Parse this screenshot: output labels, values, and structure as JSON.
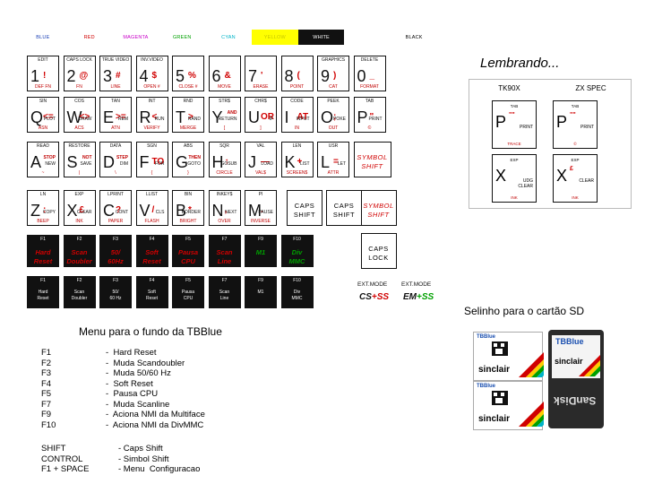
{
  "colour_strip": [
    {
      "label": "BLUE",
      "bg": "#ffffff",
      "fg": "#1a3fb5"
    },
    {
      "label": "RED",
      "bg": "#ffffff",
      "fg": "#d00000"
    },
    {
      "label": "MAGENTA",
      "bg": "#ffffff",
      "fg": "#c800c8"
    },
    {
      "label": "GREEN",
      "bg": "#ffffff",
      "fg": "#00a000"
    },
    {
      "label": "CYAN",
      "bg": "#ffffff",
      "fg": "#00b4c8"
    },
    {
      "label": "YELLOW",
      "bg": "#ffff00",
      "fg": "#c8c800"
    },
    {
      "label": "WHITE",
      "bg": "#111111",
      "fg": "#ffffff"
    },
    {
      "label": "",
      "bg": "#ffffff",
      "fg": "#000000"
    },
    {
      "label": "BLACK",
      "bg": "#ffffff",
      "fg": "#000000"
    }
  ],
  "keyboard": {
    "row1": [
      {
        "top": "EDIT",
        "main": "1",
        "sym": "!",
        "kw": "",
        "bot": "DEF FN"
      },
      {
        "top": "CAPS LOCK",
        "main": "2",
        "sym": "@",
        "kw": "",
        "bot": "FN"
      },
      {
        "top": "TRUE VIDEO",
        "main": "3",
        "sym": "#",
        "kw": "",
        "bot": "LINE"
      },
      {
        "top": "INV.VIDEO",
        "main": "4",
        "sym": "$",
        "kw": "",
        "bot": "OPEN #"
      },
      {
        "top": "",
        "main": "5",
        "sym": "%",
        "kw": "",
        "bot": "CLOSE #"
      },
      {
        "top": "",
        "main": "6",
        "sym": "&",
        "kw": "",
        "bot": "MOVE"
      },
      {
        "top": "",
        "main": "7",
        "sym": "'",
        "kw": "",
        "bot": "ERASE"
      },
      {
        "top": "",
        "main": "8",
        "sym": "(",
        "kw": "",
        "bot": "POINT"
      },
      {
        "top": "GRAPHICS",
        "main": "9",
        "sym": ")",
        "kw": "",
        "bot": "CAT"
      },
      {
        "top": "DELETE",
        "main": "0",
        "sym": "_",
        "kw": "",
        "bot": "FORMAT"
      }
    ],
    "row2": [
      {
        "top": "SIN",
        "main": "Q",
        "sym": "<=",
        "kw": "PLOT",
        "bot": "ASN"
      },
      {
        "top": "COS",
        "main": "W",
        "sym": "<>",
        "kw": "DRAW",
        "bot": "ACS"
      },
      {
        "top": "TAN",
        "main": "E",
        "sym": ">=",
        "kw": "REM",
        "bot": "ATN"
      },
      {
        "top": "INT",
        "main": "R",
        "sym": "<",
        "kw": "RUN",
        "bot": "VERIFY"
      },
      {
        "top": "RND",
        "main": "T",
        "sym": ">",
        "kw": "RAND",
        "bot": "MERGE"
      },
      {
        "top": "STR$",
        "main": "Y",
        "sym": "AND",
        "kw": "RETURN",
        "bot": "["
      },
      {
        "top": "CHR$",
        "main": "U",
        "sym": "OR",
        "kw": "IF",
        "bot": "]"
      },
      {
        "top": "CODE",
        "main": "I",
        "sym": "AT",
        "kw": "INPUT",
        "bot": "IN"
      },
      {
        "top": "PEEK",
        "main": "O",
        "sym": ";",
        "kw": "POKE",
        "bot": "OUT"
      },
      {
        "top": "TAB",
        "main": "P",
        "sym": "\"",
        "kw": "PRINT",
        "bot": "©"
      }
    ],
    "row3": [
      {
        "top": "READ",
        "main": "A",
        "sym": "STOP",
        "kw": "NEW",
        "bot": "~"
      },
      {
        "top": "RESTORE",
        "main": "S",
        "sym": "NOT",
        "kw": "SAVE",
        "bot": "|"
      },
      {
        "top": "DATA",
        "main": "D",
        "sym": "STEP",
        "kw": "DIM",
        "bot": "\\"
      },
      {
        "top": "SGN",
        "main": "F",
        "sym": "TO",
        "kw": "FOR",
        "bot": "{"
      },
      {
        "top": "ABS",
        "main": "G",
        "sym": "THEN",
        "kw": "GOTO",
        "bot": "}"
      },
      {
        "top": "SQR",
        "main": "H",
        "sym": "↑",
        "kw": "GOSUB",
        "bot": "CIRCLE"
      },
      {
        "top": "VAL",
        "main": "J",
        "sym": "—",
        "kw": "LOAD",
        "bot": "VAL$"
      },
      {
        "top": "LEN",
        "main": "K",
        "sym": "+",
        "kw": "LIST",
        "bot": "SCREEN$"
      },
      {
        "top": "USR",
        "main": "L",
        "sym": "=",
        "kw": "LET",
        "bot": "ATTR"
      }
    ],
    "row4": [
      {
        "top": "LN",
        "main": "Z",
        "sym": ":",
        "kw": "COPY",
        "bot": "BEEP"
      },
      {
        "top": "EXP",
        "main": "X",
        "sym": "£",
        "kw": "CLEAR",
        "bot": "INK"
      },
      {
        "top": "LPRINT",
        "main": "C",
        "sym": "?",
        "kw": "CONT",
        "bot": "PAPER"
      },
      {
        "top": "LLIST",
        "main": "V",
        "sym": "/",
        "kw": "CLS",
        "bot": "FLASH"
      },
      {
        "top": "BIN",
        "main": "B",
        "sym": "*",
        "kw": "BORDER",
        "bot": "BRIGHT"
      },
      {
        "top": "INKEY$",
        "main": "N",
        "sym": ",",
        "kw": "NEXT",
        "bot": "OVER"
      },
      {
        "top": "PI",
        "main": "M",
        "sym": ".",
        "kw": "PAUSE",
        "bot": "INVERSE"
      }
    ],
    "symbol_shift_label": "SYMBOL\nSHIFT",
    "caps_shift_label": "CAPS\nSHIFT",
    "caps_lock_label": "CAPS\nLOCK",
    "fn_row_a": [
      {
        "top": "F1",
        "text": "Hard\nReset",
        "color": "#d00000"
      },
      {
        "top": "F2",
        "text": "Scan\nDoubler",
        "color": "#d00000"
      },
      {
        "top": "F3",
        "text": "50/\n60Hz",
        "color": "#d00000"
      },
      {
        "top": "F4",
        "text": "Soft\nReset",
        "color": "#d00000"
      },
      {
        "top": "F5",
        "text": "Pausa\nCPU",
        "color": "#d00000"
      },
      {
        "top": "F7",
        "text": "Scan\nLine",
        "color": "#d00000"
      },
      {
        "top": "F9",
        "text": "M1",
        "color": "#00a000"
      },
      {
        "top": "F10",
        "text": "Div\nMMC",
        "color": "#00a000"
      }
    ],
    "fn_row_b": [
      {
        "top": "F1",
        "text": "Hard\nReset"
      },
      {
        "top": "F2",
        "text": "Scan\nDoubler"
      },
      {
        "top": "F3",
        "text": "50/\n60 Hz"
      },
      {
        "top": "F4",
        "text": "Soft\nReset"
      },
      {
        "top": "F5",
        "text": "Pausa\nCPU"
      },
      {
        "top": "F7",
        "text": "Scan\nLine"
      },
      {
        "top": "F9",
        "text": "M1"
      },
      {
        "top": "F10",
        "text": "Div\nMMC"
      }
    ],
    "ext_mode_1": {
      "label": "EXT.MODE",
      "combo_a": "CS",
      "plus": "+",
      "combo_b": "SS"
    },
    "ext_mode_2": {
      "label": "EXT.MODE",
      "combo_a": "EM",
      "plus": "+",
      "combo_b": "SS"
    }
  },
  "reminder": {
    "title": "Lembrando...",
    "col_left": "TK90X",
    "col_right": "ZX SPEC",
    "p_left": {
      "top": "TAB",
      "main": "P",
      "sym": "\"\"",
      "kw": "PRINT",
      "bot": "TRACE"
    },
    "p_right": {
      "top": "TAB",
      "main": "P",
      "sym": "\"\"",
      "kw": "PRINT",
      "bot": "©"
    },
    "x_left": {
      "top": "EXP",
      "main": "X",
      "sym": "",
      "kw": "UDG\nCLEAR",
      "bot": "INK"
    },
    "x_right": {
      "top": "EXP",
      "main": "X",
      "sym": "£",
      "kw": "CLEAR",
      "bot": "INK"
    }
  },
  "sd_caption": "Selinho para o cartão SD",
  "sd_card_brand": "SanDisk",
  "sd_label_text": "TBBlue",
  "menu": {
    "title": "Menu para o fundo da TBBlue",
    "items": [
      {
        "key": "F1",
        "desc": "-  Hard Reset"
      },
      {
        "key": "F2",
        "desc": "-  Muda Scandoubler"
      },
      {
        "key": "F3",
        "desc": "-  Muda 50/60 Hz"
      },
      {
        "key": "F4",
        "desc": "-  Soft Reset"
      },
      {
        "key": "F5",
        "desc": "-  Pausa CPU"
      },
      {
        "key": "F7",
        "desc": "-  Muda Scanline"
      },
      {
        "key": "F9",
        "desc": "-  Aciona NMI da Multiface"
      },
      {
        "key": "F10",
        "desc": "-  Aciona NMI da DivMMC"
      }
    ],
    "footer": [
      {
        "key": "SHIFT",
        "desc": "- Caps Shift"
      },
      {
        "key": "CONTROL",
        "desc": "- Simbol Shift"
      },
      {
        "key": "F1 + SPACE",
        "desc": "- Menu  Configuracao"
      }
    ]
  }
}
